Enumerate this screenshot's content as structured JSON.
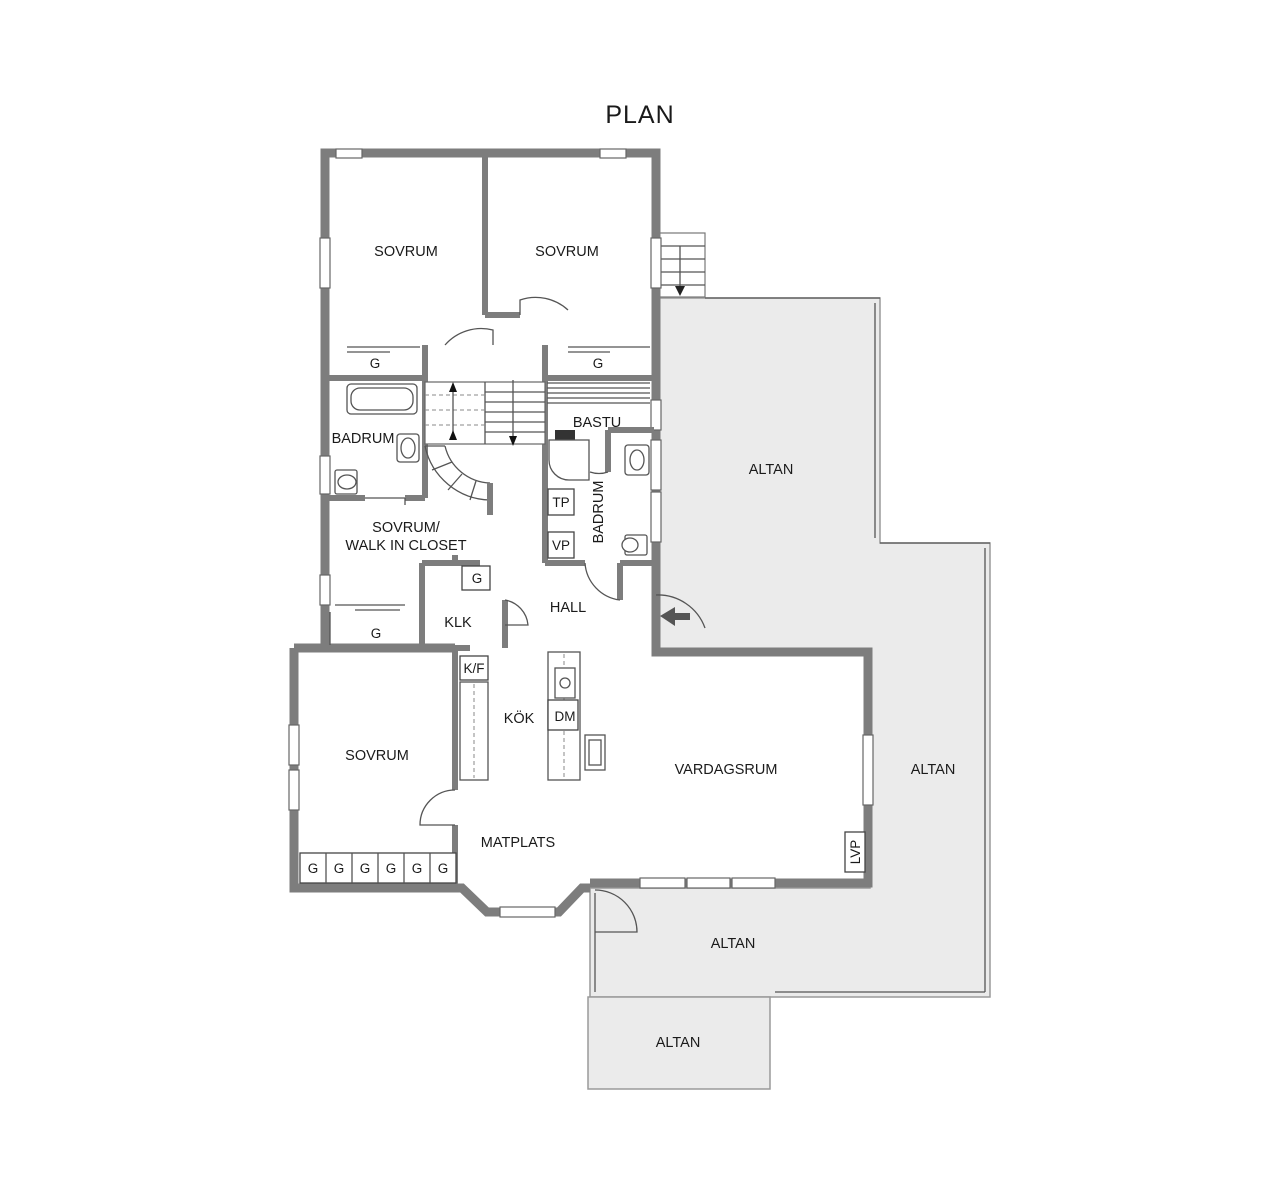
{
  "plan": {
    "title": "PLAN",
    "rooms": {
      "sovrum_1": "SOVRUM",
      "sovrum_2": "SOVRUM",
      "sovrum_3": "SOVRUM",
      "sovrum_walk_line1": "SOVRUM/",
      "sovrum_walk_line2": "WALK IN CLOSET",
      "badrum_1": "BADRUM",
      "badrum_2": "BADRUM",
      "bastu": "BASTU",
      "hall": "HALL",
      "klk": "KLK",
      "kok": "KÖK",
      "vardagsrum": "VARDAGSRUM",
      "matplats": "MATPLATS",
      "altan_1": "ALTAN",
      "altan_2": "ALTAN",
      "altan_3": "ALTAN",
      "altan_4": "ALTAN"
    },
    "fixtures": {
      "g": "G",
      "tp": "TP",
      "vp": "VP",
      "kf": "K/F",
      "dm": "DM",
      "lvp": "LVP"
    }
  }
}
